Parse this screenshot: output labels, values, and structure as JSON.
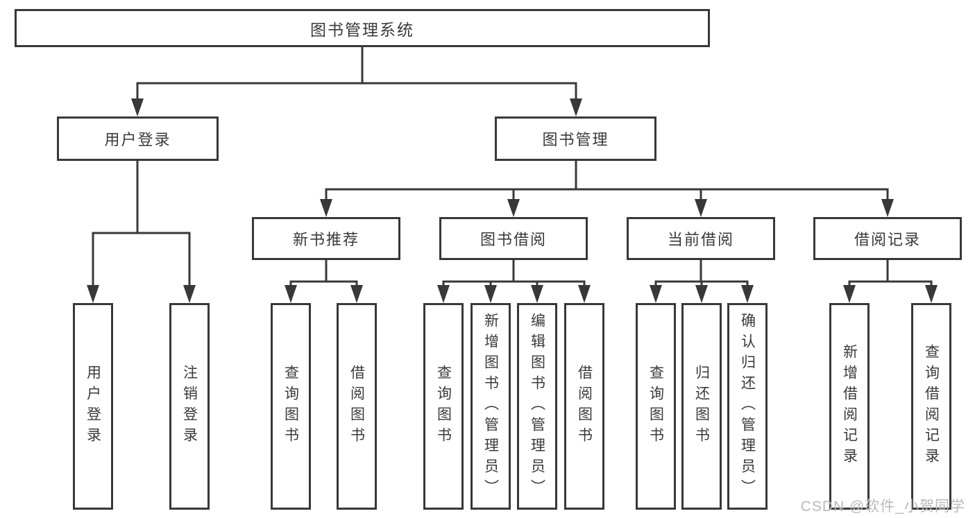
{
  "diagram": {
    "tree": {
      "root": {
        "label": "图书管理系统"
      },
      "user_login": {
        "label": "用户登录",
        "children": [
          {
            "label": "用户登录"
          },
          {
            "label": "注销登录"
          }
        ]
      },
      "book_mgmt": {
        "label": "图书管理",
        "sections": [
          {
            "label": "新书推荐",
            "children": [
              {
                "label": "查询图书"
              },
              {
                "label": "借阅图书"
              }
            ]
          },
          {
            "label": "图书借阅",
            "children": [
              {
                "label": "查询图书"
              },
              {
                "label": "新增图书（管理员）"
              },
              {
                "label": "编辑图书（管理员）"
              },
              {
                "label": "借阅图书"
              }
            ]
          },
          {
            "label": "当前借阅",
            "children": [
              {
                "label": "查询图书"
              },
              {
                "label": "归还图书"
              },
              {
                "label": "确认归还（管理员）"
              }
            ]
          },
          {
            "label": "借阅记录",
            "children": [
              {
                "label": "新增借阅记录"
              },
              {
                "label": "查询借阅记录"
              }
            ]
          }
        ]
      }
    },
    "colors": {
      "line": "#383838",
      "box_border": "#383838",
      "text": "#3a3a3a",
      "background": "#ffffff",
      "watermark": "#b9b9b9"
    }
  },
  "watermark": {
    "text": "CSDN @软件_小贺同学"
  }
}
